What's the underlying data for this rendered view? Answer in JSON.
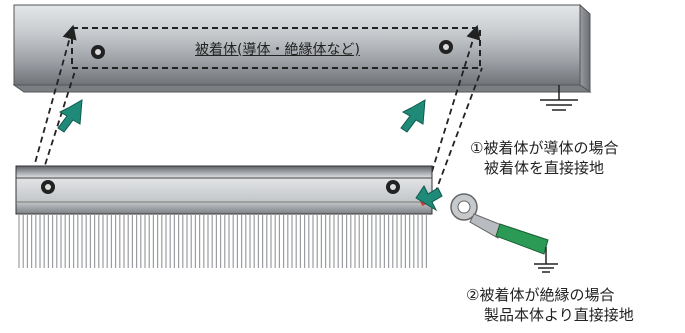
{
  "diagram": {
    "target_label": "被着体(導体・絶縁体など)",
    "note_conductor": {
      "line1": "①被着体が導体の場合",
      "line2": "被着体を直接接地"
    },
    "note_insulator": {
      "line1": "②被着体が絶縁の場合",
      "line2": "製品本体より直接接地"
    }
  },
  "colors": {
    "arrow": "#1f8a78",
    "cable": "#2b9a55",
    "bar_metal": "#b9bcc0",
    "red_mark": "#d83a3a"
  },
  "icons": [
    "ground-icon",
    "ring-terminal-icon",
    "bolt-hole-icon"
  ]
}
